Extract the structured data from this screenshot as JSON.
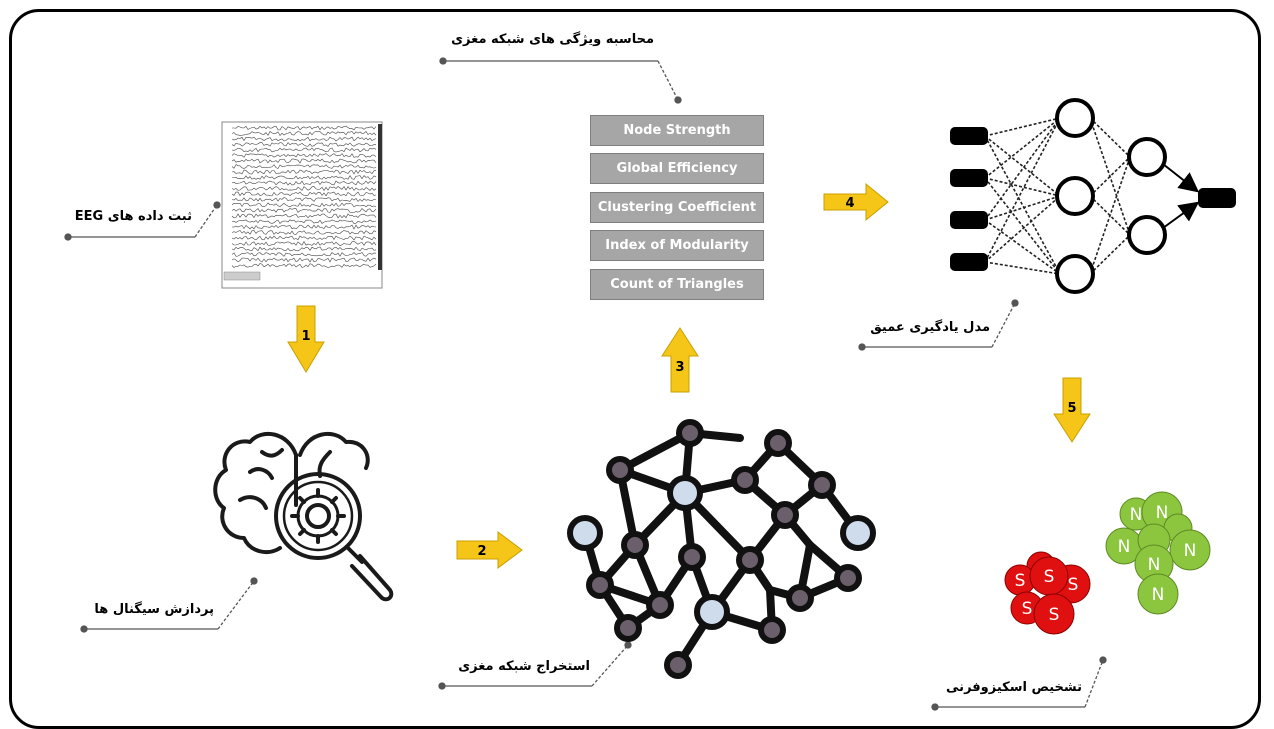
{
  "labels": {
    "eeg_recording": "ثبت داده های EEG",
    "signal_processing": "پردازش سیگنال ها",
    "network_extraction": "استخراج شبکه مغزی",
    "feature_computation": "محاسبه ویژگی های شبکه مغزی",
    "deep_model": "مدل یادگیری عمیق",
    "diagnosis": "تشخیص اسکیزوفرنی"
  },
  "features": [
    "Node Strength",
    "Global Efficiency",
    "Clustering Coefficient",
    "Index of Modularity",
    "Count of Triangles"
  ],
  "steps": [
    "1",
    "2",
    "3",
    "4",
    "5"
  ],
  "clusters": {
    "schizophrenia_letter": "S",
    "normal_letter": "N"
  },
  "colors": {
    "arrow_fill": "#f5c518",
    "feature_box": "#a6a6a6",
    "node_dark": "#6b5f6b",
    "node_light": "#cfdcec",
    "s_cluster": "#e01010",
    "n_cluster": "#8cc63f"
  }
}
